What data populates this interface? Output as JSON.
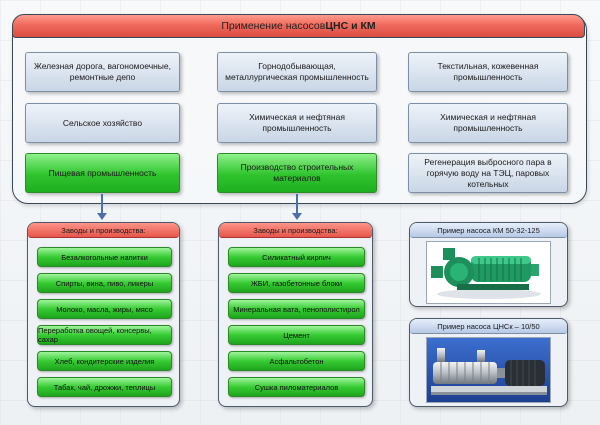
{
  "title": {
    "prefix": "Применение насосов ",
    "brand": "ЦНС и КМ"
  },
  "grid": [
    [
      "Железная дорога, вагономоечные, ремонтные депо",
      "Горнодобывающая, металлургическая промышленность",
      "Текстильная, кожевенная промышленность"
    ],
    [
      "Сельское хозяйство",
      "Химическая и нефтяная промышленность",
      "Химическая и нефтяная промышленность"
    ],
    [
      "Пищевая промышленность",
      "Производство строительных материалов",
      "Регенерация выбросного пара в горячую воду на ТЭЦ, паровых котельных"
    ]
  ],
  "panel_left": {
    "heading": "Заводы и производства:",
    "items": [
      "Безалкогольные напитки",
      "Спирты, вина, пиво, ликеры",
      "Молоко, масла, жиры, мясо",
      "Переработка овощей, консервы, сахар",
      "Хлеб, кондитерские изделия",
      "Табак, чай, дрожжи, теплицы"
    ]
  },
  "panel_mid": {
    "heading": "Заводы и производства:",
    "items": [
      "Силикатный кирпич",
      "ЖБИ, газобетонные блоки",
      "Минеральная вата, пенополистирол",
      "Цемент",
      "Асфальтобетон",
      "Сушка пиломатериалов"
    ]
  },
  "example1": {
    "heading": "Пример насоса КМ 50-32-125"
  },
  "example2": {
    "heading": "Пример насоса ЦНСк – 10/50"
  },
  "colors": {
    "accent_red": "#e5564b",
    "green": "#2fc42e",
    "blue_box": "#c9d6e6",
    "frame": "#3a4756"
  }
}
